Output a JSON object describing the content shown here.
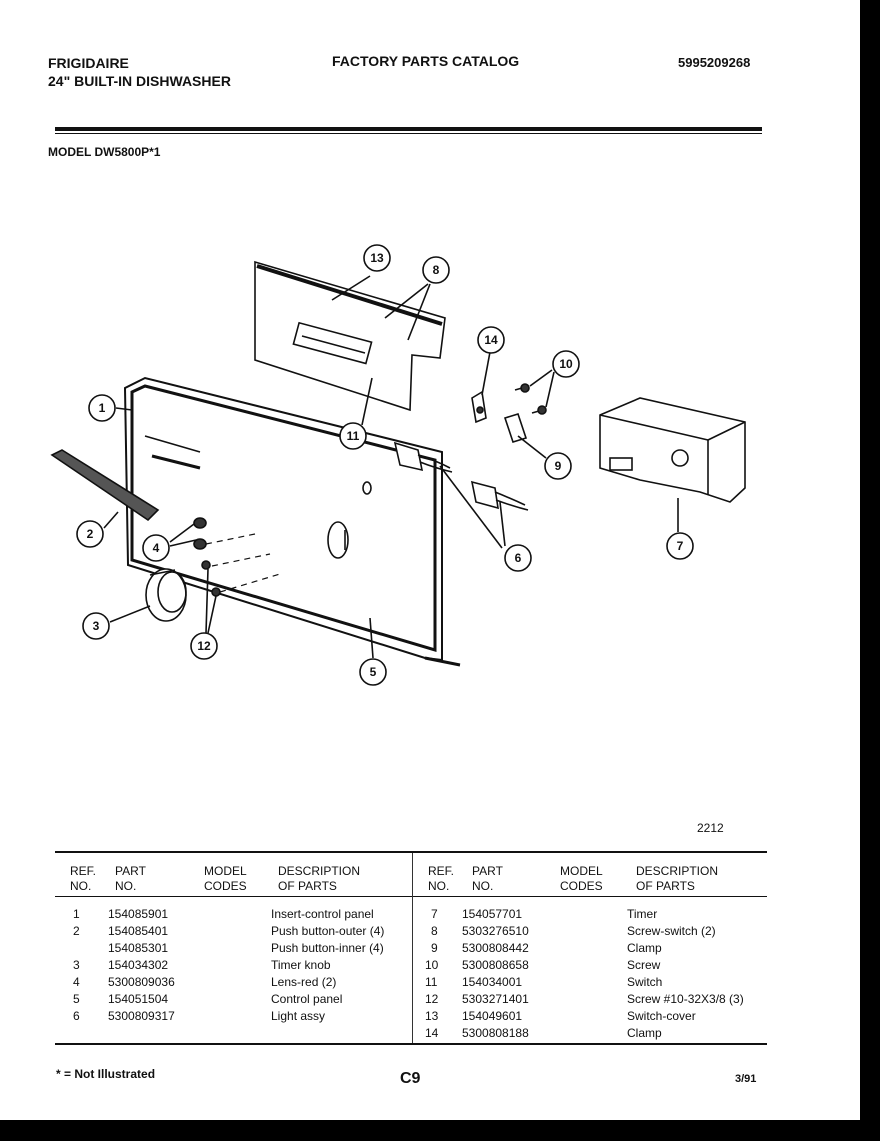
{
  "header": {
    "brand": "FRIGIDAIRE",
    "product": "24\" BUILT-IN DISHWASHER",
    "catalog_title": "FACTORY PARTS CATALOG",
    "catalog_number": "5995209268",
    "model": "MODEL DW5800P*1"
  },
  "diagram_number": "2212",
  "table_headers": {
    "ref": "REF.\nNO.",
    "part": "PART\nNO.",
    "model": "MODEL\nCODES",
    "desc": "DESCRIPTION\nOF PARTS"
  },
  "parts_left": [
    {
      "ref": "1",
      "part": "154085901",
      "desc": "Insert-control panel"
    },
    {
      "ref": "2",
      "part": "154085401",
      "desc": "Push button-outer (4)"
    },
    {
      "ref": "",
      "part": "154085301",
      "desc": "Push button-inner (4)"
    },
    {
      "ref": "3",
      "part": "154034302",
      "desc": "Timer knob"
    },
    {
      "ref": "4",
      "part": "5300809036",
      "desc": "Lens-red (2)"
    },
    {
      "ref": "5",
      "part": "154051504",
      "desc": "Control panel"
    },
    {
      "ref": "6",
      "part": "5300809317",
      "desc": "Light assy"
    }
  ],
  "parts_right": [
    {
      "ref": "7",
      "part": "154057701",
      "desc": "Timer"
    },
    {
      "ref": "8",
      "part": "5303276510",
      "desc": "Screw-switch (2)"
    },
    {
      "ref": "9",
      "part": "5300808442",
      "desc": "Clamp"
    },
    {
      "ref": "10",
      "part": "5300808658",
      "desc": "Screw"
    },
    {
      "ref": "11",
      "part": "154034001",
      "desc": "Switch"
    },
    {
      "ref": "12",
      "part": "5303271401",
      "desc": "Screw #10-32X3/8 (3)"
    },
    {
      "ref": "13",
      "part": "154049601",
      "desc": "Switch-cover"
    },
    {
      "ref": "14",
      "part": "5300808188",
      "desc": "Clamp"
    }
  ],
  "footer": {
    "note": "* = Not Illustrated",
    "page_code": "C9",
    "date": "3/91"
  }
}
